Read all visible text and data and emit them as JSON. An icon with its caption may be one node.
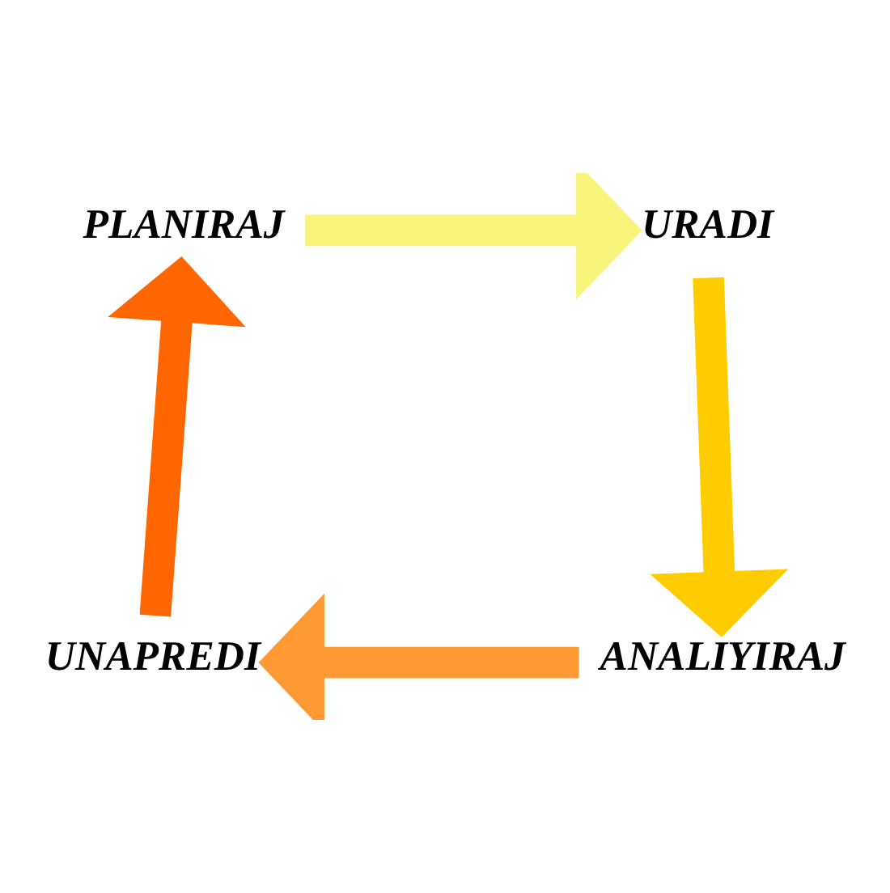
{
  "diagram": {
    "nodes": [
      {
        "text": [
          "PLANIRAJ"
        ]
      },
      {
        "text": [
          "URADI"
        ]
      },
      {
        "text": [
          "ANALIYIRAJ"
        ]
      },
      {
        "text": [
          "UNAPREDI"
        ]
      }
    ],
    "edges": [
      {
        "from": 0,
        "to": 1,
        "arrow": "to",
        "color": "#f8f47c"
      },
      {
        "from": 1,
        "to": 2,
        "arrow": "to",
        "color": "#ffcc00"
      },
      {
        "from": 2,
        "to": 3,
        "arrow": "to",
        "color": "#ff9933"
      },
      {
        "from": 3,
        "to": 0,
        "arrow": "to",
        "color": "#ff6600"
      }
    ]
  }
}
